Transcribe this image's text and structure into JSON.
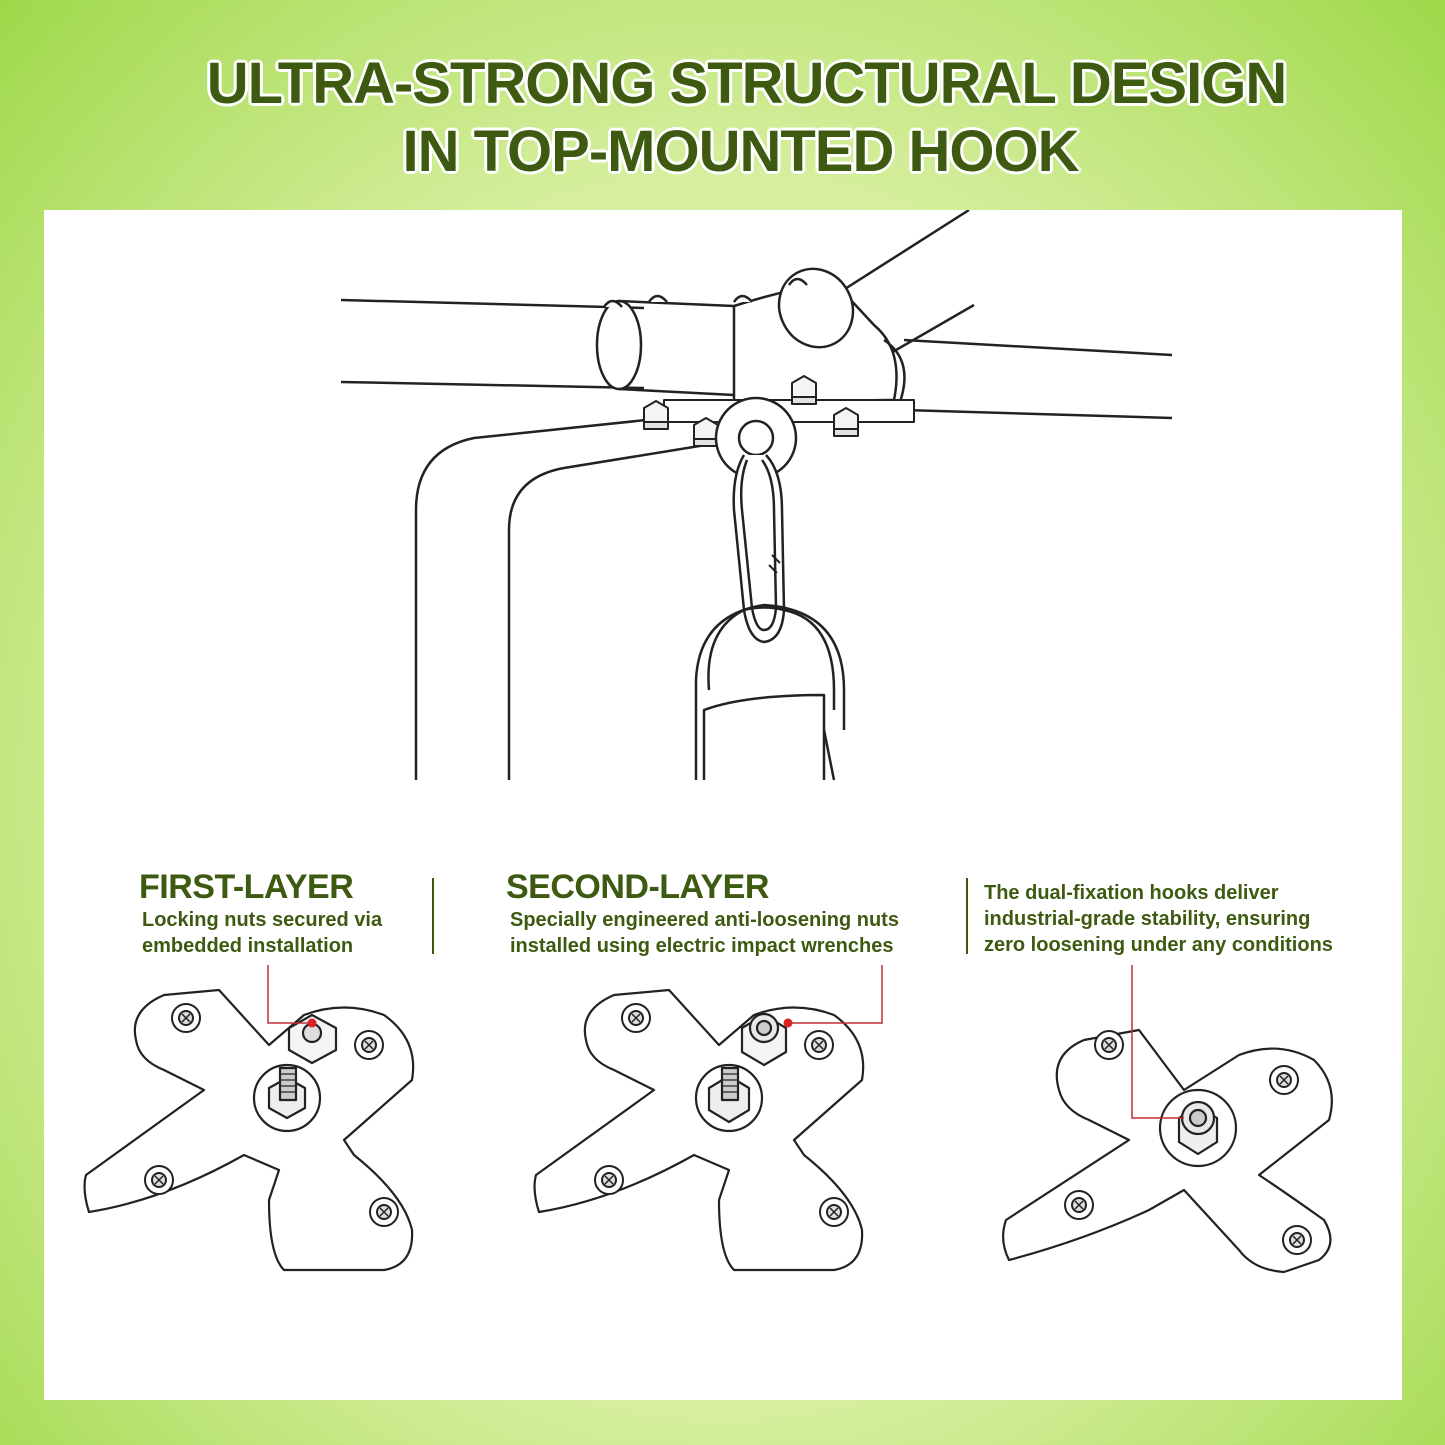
{
  "header": {
    "line1": "ULTRA-STRONG STRUCTURAL DESIGN",
    "line2": "IN TOP-MOUNTED HOOK"
  },
  "layers": [
    {
      "title": "FIRST-LAYER",
      "text": "Locking nuts secured via\nembedded installation"
    },
    {
      "title": "SECOND-LAYER",
      "text": "Specially engineered anti-loosening nuts\ninstalled using electric impact wrenches"
    },
    {
      "title": "",
      "text": "The dual-fixation hooks deliver\nindustrial-grade stability, ensuring\nzero loosening under any conditions"
    }
  ],
  "colors": {
    "title": "#3d5a10",
    "line": "#222222",
    "marker": "#e02020",
    "callout": "#c03030"
  }
}
